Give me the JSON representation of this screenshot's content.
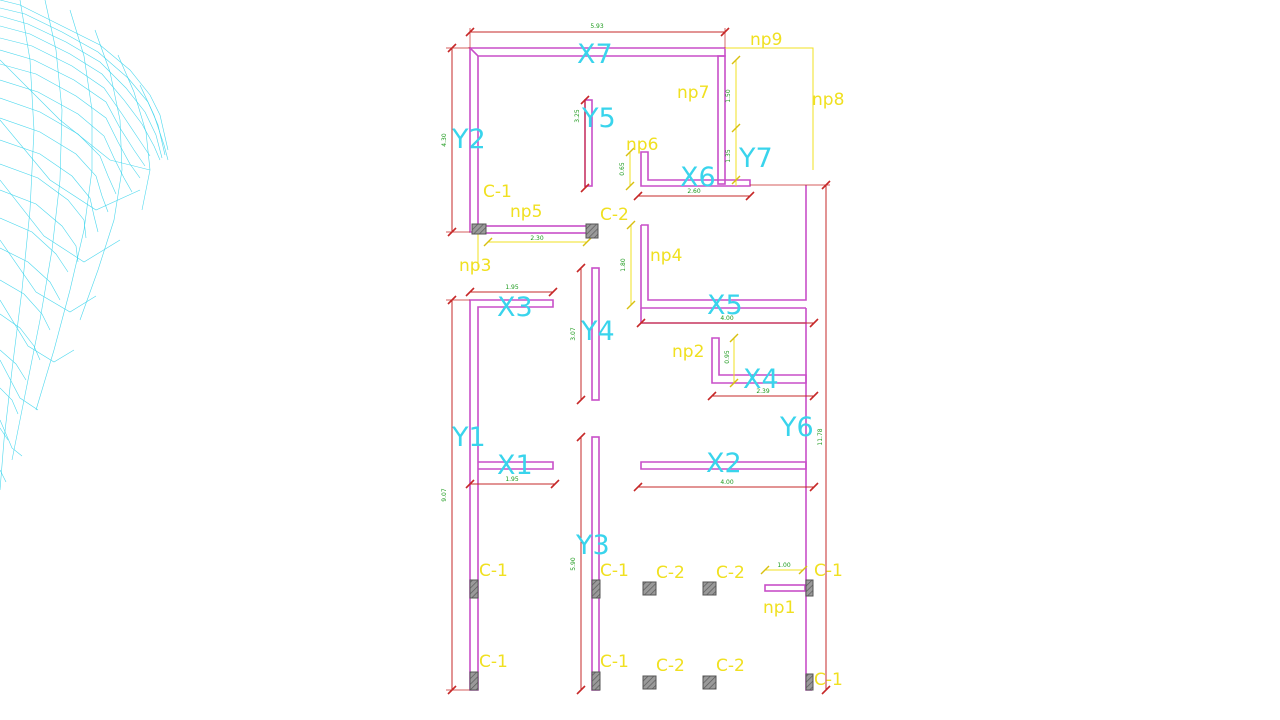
{
  "wall_labels": {
    "x7": "X7",
    "y5": "Y5",
    "y2": "Y2",
    "x6": "X6",
    "y7": "Y7",
    "x3": "X3",
    "y4": "Y4",
    "x5": "X5",
    "x4": "X4",
    "y1": "Y1",
    "x1": "X1",
    "x2": "X2",
    "y6": "Y6",
    "y3": "Y3"
  },
  "np_labels": {
    "np9": "np9",
    "np8": "np8",
    "np7": "np7",
    "np6": "np6",
    "np5": "np5",
    "np4": "np4",
    "np3": "np3",
    "np2": "np2",
    "np1": "np1"
  },
  "column_labels": {
    "c1_a": "C-1",
    "c2_a": "C-2",
    "c1_b": "C-1",
    "c1_c": "C-1",
    "c2_b": "C-2",
    "c2_c": "C-2",
    "c1_d": "C-1",
    "c1_e": "C-1",
    "c1_f": "C-1",
    "c2_d": "C-2",
    "c2_e": "C-2",
    "c1_g": "C-1"
  },
  "dimensions": {
    "top_width": "5.93",
    "y2_height": "4.30",
    "y5_height": "3.25",
    "np7_upper": "1.50",
    "np7_lower": "1.35",
    "np6_height": "0.65",
    "x6_length": "2.60",
    "np5_length": "2.30",
    "np4_height": "1.80",
    "x3_length": "1.95",
    "x5_length": "4.00",
    "y4_height": "3.07",
    "np2_height": "0.95",
    "x4_length": "2.39",
    "y6_height": "11.78",
    "x1_length": "1.95",
    "x2_length": "4.00",
    "y1_height": "9.07",
    "y3_height": "5.90",
    "np1_length": "1.00"
  },
  "colors": {
    "wall": "#c84fc8",
    "dimension": "#c62828",
    "dimension_text": "#1c9a1c",
    "wall_label": "#39d4ec",
    "np_label": "#f0e020",
    "column_fill": "#8a8a8a",
    "background_mesh": "#39d4ec"
  }
}
